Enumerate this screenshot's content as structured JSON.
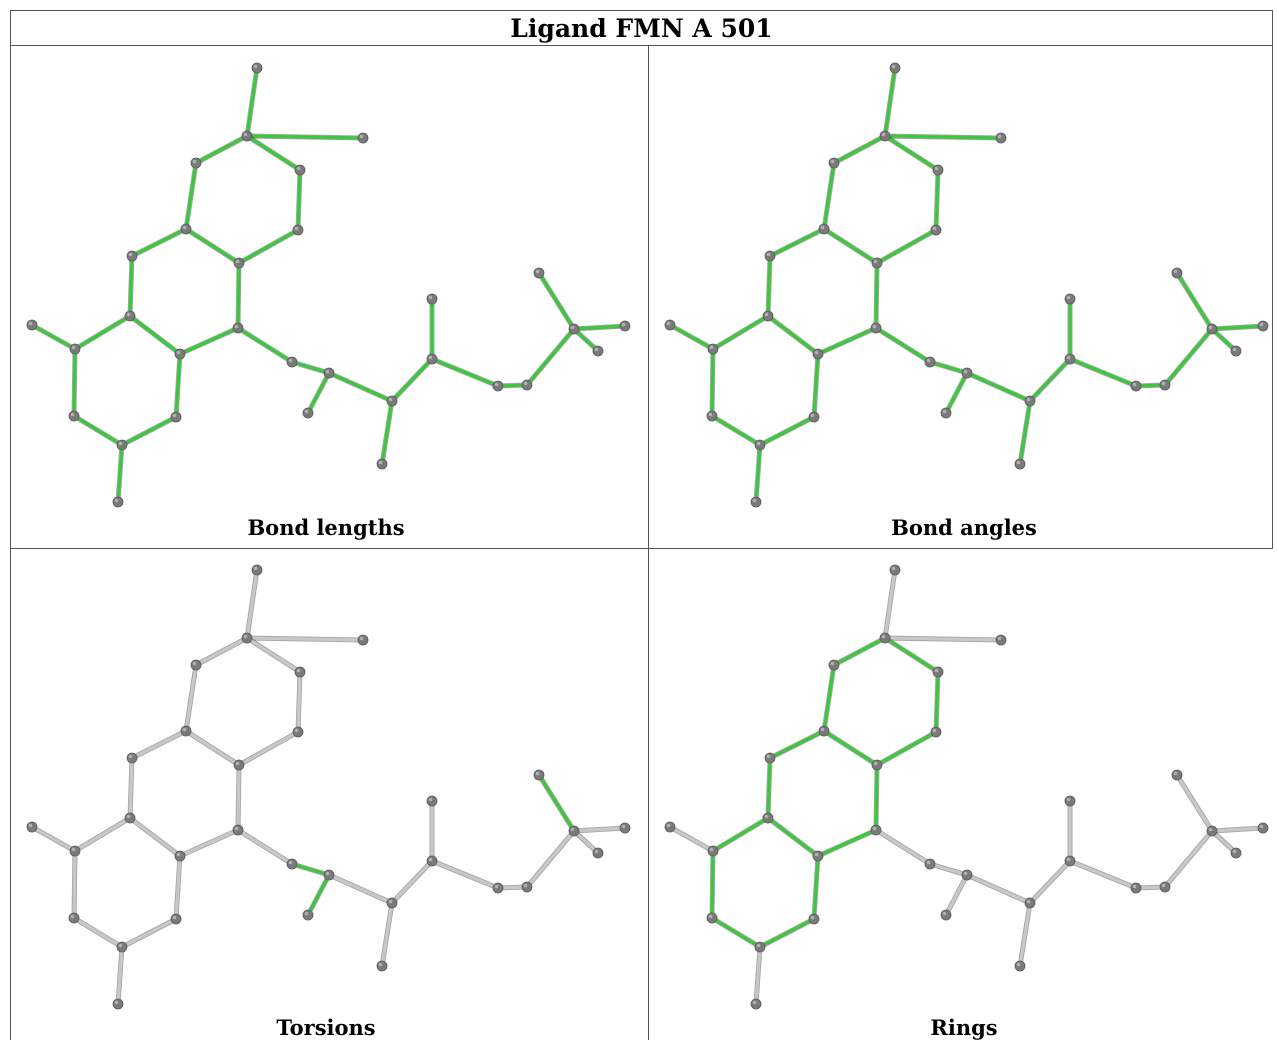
{
  "title": "Ligand FMN A 501",
  "panels": [
    {
      "id": "bond-lengths",
      "caption": "Bond lengths",
      "highlight": {
        "magenta": [],
        "green": "all"
      }
    },
    {
      "id": "bond-angles",
      "caption": "Bond angles",
      "highlight": {
        "magenta": [
          [
            2,
            3
          ],
          [
            3,
            4
          ],
          [
            19,
            20
          ],
          [
            20,
            21
          ]
        ],
        "green": "all"
      }
    },
    {
      "id": "torsions",
      "caption": "Torsions",
      "highlight": {
        "magenta": [
          [
            22,
            23
          ]
        ],
        "green": [
          [
            14,
            15
          ],
          [
            15,
            16
          ],
          [
            16,
            19
          ],
          [
            19,
            22
          ],
          [
            23,
            24
          ]
        ]
      }
    },
    {
      "id": "rings",
      "caption": "Rings",
      "highlight": {
        "magenta": [],
        "green": "rings"
      }
    }
  ],
  "colors": {
    "green": "#3cc83c",
    "magenta": "#d020d0",
    "gray": "#c8c8c8",
    "atom": "#7a7a7a"
  }
}
